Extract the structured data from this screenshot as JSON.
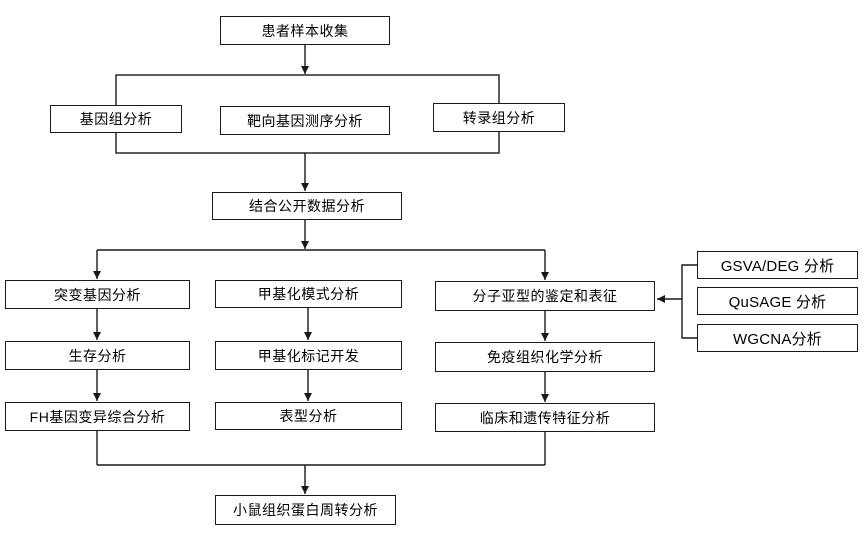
{
  "diagram": {
    "type": "flowchart",
    "background": "#ffffff",
    "colors": {
      "line": "#1a1a1a",
      "box_border": "#1a1a1a",
      "box_fill": "#ffffff",
      "text": "#000000"
    },
    "nodes": {
      "patient_sample": "患者样本收集",
      "genome": "基因组分析",
      "targeted_seq": "靶向基因测序分析",
      "transcriptome": "转录组分析",
      "public_data": "结合公开数据分析",
      "mutation_gene": "突变基因分析",
      "survival": "生存分析",
      "fh_comprehensive": "FH基因变异综合分析",
      "methylation_pattern": "甲基化模式分析",
      "methylation_marker": "甲基化标记开发",
      "phenotype": "表型分析",
      "molecular_subtype": "分子亚型的鉴定和表征",
      "ihc": "免疫组织化学分析",
      "clinical_genetic": "临床和遗传特征分析",
      "gsva_deg": "GSVA/DEG 分析",
      "qusage": "QuSAGE 分析",
      "wgcna": "WGCNA分析",
      "mouse_protein": "小鼠组织蛋白周转分析"
    },
    "edges": [
      {
        "from": "patient_sample",
        "to": "genome"
      },
      {
        "from": "patient_sample",
        "to": "targeted_seq"
      },
      {
        "from": "patient_sample",
        "to": "transcriptome"
      },
      {
        "from": "genome",
        "to": "public_data"
      },
      {
        "from": "targeted_seq",
        "to": "public_data"
      },
      {
        "from": "transcriptome",
        "to": "public_data"
      },
      {
        "from": "public_data",
        "to": "mutation_gene"
      },
      {
        "from": "public_data",
        "to": "methylation_pattern"
      },
      {
        "from": "public_data",
        "to": "molecular_subtype"
      },
      {
        "from": "mutation_gene",
        "to": "survival"
      },
      {
        "from": "survival",
        "to": "fh_comprehensive"
      },
      {
        "from": "methylation_pattern",
        "to": "methylation_marker"
      },
      {
        "from": "methylation_marker",
        "to": "phenotype"
      },
      {
        "from": "molecular_subtype",
        "to": "ihc"
      },
      {
        "from": "ihc",
        "to": "clinical_genetic"
      },
      {
        "from": "gsva_deg",
        "to": "molecular_subtype"
      },
      {
        "from": "qusage",
        "to": "molecular_subtype"
      },
      {
        "from": "wgcna",
        "to": "molecular_subtype"
      },
      {
        "from": "fh_comprehensive",
        "to": "mouse_protein"
      },
      {
        "from": "clinical_genetic",
        "to": "mouse_protein"
      }
    ]
  }
}
